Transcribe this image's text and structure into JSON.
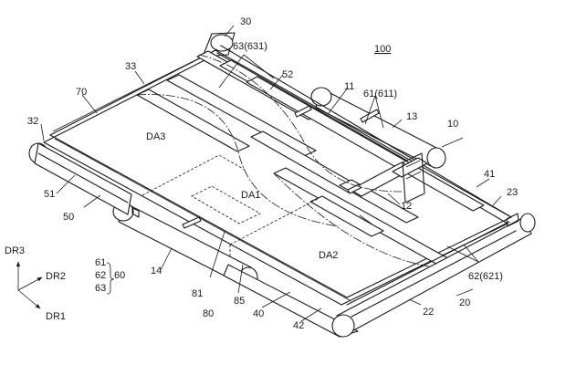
{
  "figure": {
    "ref_100": "100",
    "ref_10": "10",
    "ref_11": "11",
    "ref_12": "12",
    "ref_13": "13",
    "ref_14": "14",
    "ref_20": "20",
    "ref_22": "22",
    "ref_23": "23",
    "ref_30": "30",
    "ref_32": "32",
    "ref_33": "33",
    "ref_40": "40",
    "ref_41": "41",
    "ref_42": "42",
    "ref_50": "50",
    "ref_51": "51",
    "ref_52": "52",
    "ref_61_611": "61(611)",
    "ref_62_621": "62(621)",
    "ref_63_631": "63(631)",
    "ref_70": "70",
    "ref_80": "80",
    "ref_81": "81",
    "ref_85": "85",
    "area_da1": "DA1",
    "area_da2": "DA2",
    "area_da3": "DA3"
  },
  "legend": {
    "item_61": "61",
    "item_62": "62",
    "item_63": "63",
    "group_60": "60"
  },
  "axes": {
    "dr1": "DR1",
    "dr2": "DR2",
    "dr3": "DR3"
  }
}
